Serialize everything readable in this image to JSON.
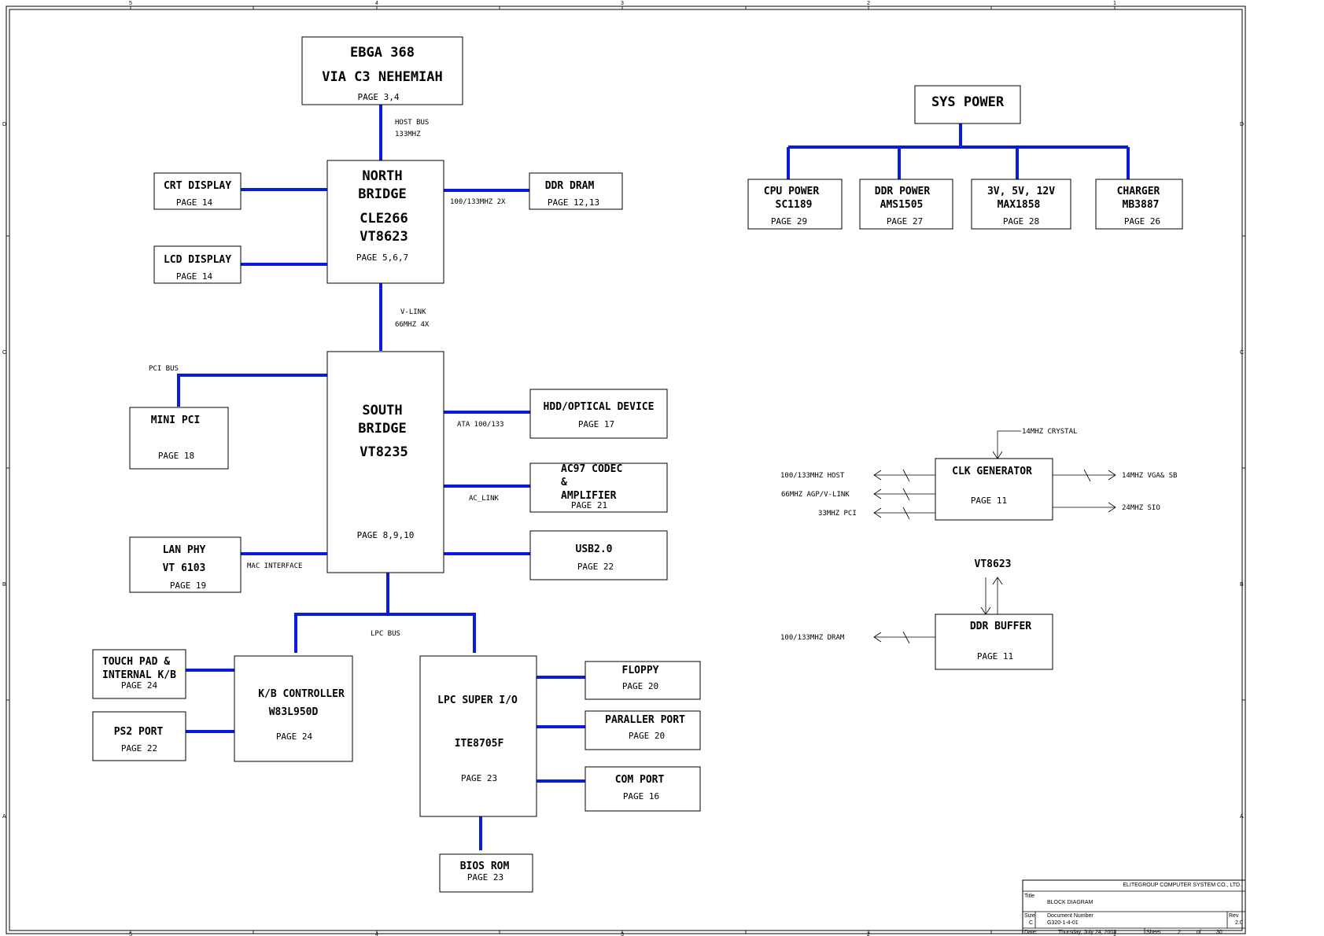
{
  "cpu": {
    "line1": "EBGA 368",
    "line2": "VIA C3 NEHEMIAH",
    "page": "PAGE 3,4"
  },
  "host_bus": {
    "line1": "HOST BUS",
    "line2": "133MHZ"
  },
  "north_bridge": {
    "line1": "NORTH",
    "line2": "BRIDGE",
    "line3": "CLE266",
    "line4": "VT8623",
    "page": "PAGE 5,6,7"
  },
  "crt": {
    "title": "CRT DISPLAY",
    "page": "PAGE 14"
  },
  "lcd": {
    "title": "LCD DISPLAY",
    "page": "PAGE 14"
  },
  "ddr_dram": {
    "title": "DDR DRAM",
    "page": "PAGE 12,13",
    "bus_label": "100/133MHZ  2X"
  },
  "vlink": {
    "line1": "V-LINK",
    "line2": "66MHZ  4X"
  },
  "south_bridge": {
    "line1": "SOUTH",
    "line2": "BRIDGE",
    "line3": "VT8235",
    "page": "PAGE 8,9,10"
  },
  "pci_bus": "PCI BUS",
  "mini_pci": {
    "title": "MINI PCI",
    "page": "PAGE 18"
  },
  "hdd": {
    "title": "HDD/OPTICAL DEVICE",
    "page": "PAGE 17",
    "bus_label": "ATA 100/133"
  },
  "ac97": {
    "line1": "AC97 CODEC",
    "line2": "&",
    "line3": "AMPLIFIER",
    "page": "PAGE 21",
    "bus_label": "AC_LINK"
  },
  "usb": {
    "title": "USB2.0",
    "page": "PAGE 22"
  },
  "lan": {
    "line1": "LAN PHY",
    "line2": "VT 6103",
    "page": "PAGE 19",
    "bus_label": "MAC INTERFACE"
  },
  "lpc_bus": "LPC BUS",
  "touchpad": {
    "line1": "TOUCH PAD &",
    "line2": "INTERNAL K/B",
    "page": "PAGE 24"
  },
  "ps2": {
    "title": "PS2 PORT",
    "page": "PAGE 22"
  },
  "kbc": {
    "line1": "K/B CONTROLLER",
    "line2": "W83L950D",
    "page": "PAGE 24"
  },
  "superio": {
    "line1": "LPC SUPER I/O",
    "line2": "ITE8705F",
    "page": "PAGE 23"
  },
  "floppy": {
    "title": "FLOPPY",
    "page": "PAGE 20"
  },
  "parallel": {
    "title": "PARALLER PORT",
    "page": "PAGE 20"
  },
  "com": {
    "title": "COM PORT",
    "page": "PAGE 16"
  },
  "bios": {
    "title": "BIOS ROM",
    "page": "PAGE 23"
  },
  "sys_power": "SYS POWER",
  "cpu_power": {
    "line1": "CPU POWER",
    "line2": "SC1189",
    "page": "PAGE 29"
  },
  "ddr_power": {
    "line1": "DDR POWER",
    "line2": "AMS1505",
    "page": "PAGE 27"
  },
  "v_power": {
    "line1": "3V, 5V, 12V",
    "line2": "MAX1858",
    "page": "PAGE 28"
  },
  "charger": {
    "line1": "CHARGER",
    "line2": "MB3887",
    "page": "PAGE 26"
  },
  "clk": {
    "title": "CLK GENERATOR",
    "page": "PAGE 11",
    "crystal": "14MHZ CRYSTAL",
    "out1": "100/133MHZ   HOST",
    "out2": "66MHZ  AGP/V-LINK",
    "out3": "33MHZ PCI",
    "out4": "14MHZ  VGA& SB",
    "out5": "24MHZ  SIO"
  },
  "ddr_buffer": {
    "title": "DDR BUFFER",
    "page": "PAGE 11",
    "top_label": "VT8623",
    "out": "100/133MHZ   DRAM"
  },
  "title_block": {
    "company": "ELITEGROUP COMPUTER SYSTEM CO., LTD.",
    "title_label": "Title",
    "title": "BLOCK DIAGRAM",
    "size_label": "Size",
    "size": "C",
    "doc_label": "Document Number",
    "doc": "G320-1-4-01",
    "rev_label": "Rev",
    "rev": "2.0",
    "date_label": "Date:",
    "date": "Thursday, July 24, 2003",
    "sheet_label": "Sheet",
    "sheet": "2",
    "of_label": "of",
    "of": "30"
  },
  "ruler": {
    "top": [
      "5",
      "4",
      "3",
      "2",
      "1"
    ],
    "side": [
      "D",
      "C",
      "B",
      "A"
    ]
  }
}
